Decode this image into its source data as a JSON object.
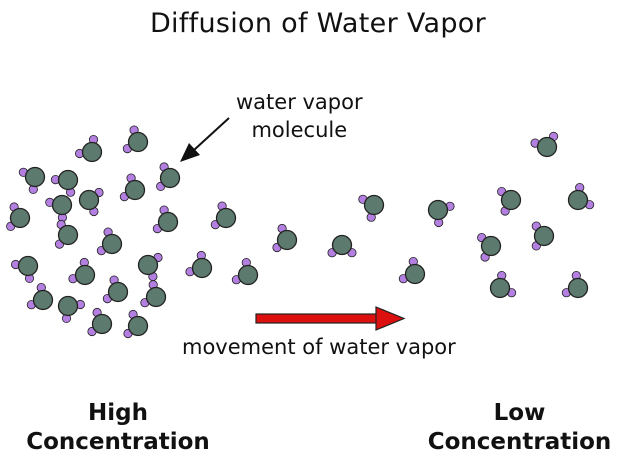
{
  "diagram": {
    "title": "Diffusion of Water Vapor",
    "callout": {
      "line1": "water vapor",
      "line2": "molecule"
    },
    "flow_label": "movement of water vapor",
    "regions": {
      "high": {
        "line1": "High",
        "line2": "Concentration"
      },
      "low": {
        "line1": "Low",
        "line2": "Concentration"
      }
    },
    "colors": {
      "oxygen": "#5c7a6e",
      "hydrogen": "#b37fe0",
      "arrow": "#dd1010",
      "outline": "#222222"
    }
  }
}
